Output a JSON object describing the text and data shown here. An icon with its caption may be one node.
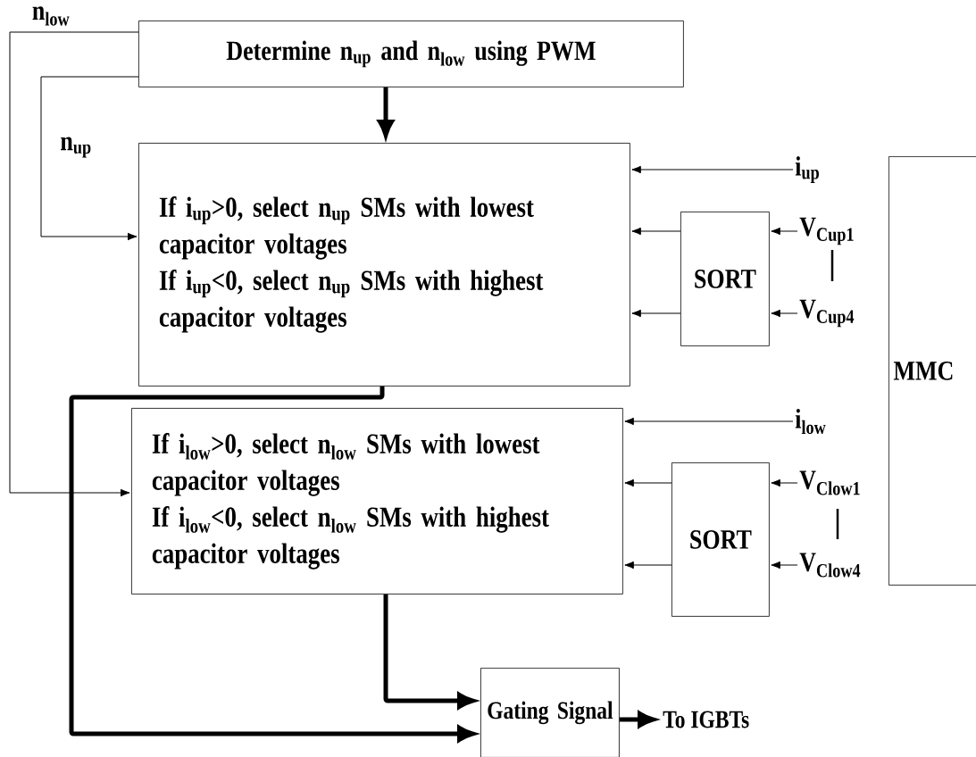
{
  "diagram": {
    "nodes": [
      {
        "text": [
          "Determine n$_{up}$ and n$_{low}$ using PWM"
        ]
      },
      {
        "text": [
          "If i$_{up}$>0, select n$_{up}$ SMs with lowest capacitor voltages",
          "If i$_{up}$<0, select n$_{up}$ SMs with highest capacitor voltages"
        ]
      },
      {
        "text": [
          "If i$_{low}$>0, select n$_{low}$ SMs with lowest capacitor voltages",
          "If i$_{low}$<0, select n$_{low}$ SMs with highest capacitor voltages"
        ]
      },
      {
        "text": [
          "SORT"
        ]
      },
      {
        "text": [
          "SORT"
        ]
      },
      {
        "text": [
          "MMC"
        ]
      },
      {
        "text": [
          "Gating Signal"
        ]
      },
      {
        "text": [
          "i$_{up}$"
        ]
      },
      {
        "text": [
          "V$_{Cup1}$"
        ]
      },
      {
        "text": [
          "V$_{Cup4}$"
        ]
      },
      {
        "text": [
          "i$_{low}$"
        ]
      },
      {
        "text": [
          "V$_{Clow1}$"
        ]
      },
      {
        "text": [
          "V$_{Clow4}$"
        ]
      },
      {
        "text": [
          "To IGBTs"
        ]
      }
    ],
    "edges": [
      {
        "from": 0,
        "to": 1,
        "arrow": "to",
        "style": "thick"
      },
      {
        "from": 0,
        "to": 2,
        "arrow": "to",
        "label": "n$_{low}$"
      },
      {
        "from": 0,
        "to": 1,
        "arrow": "to",
        "label": "n$_{up}$"
      },
      {
        "from": 7,
        "to": 1,
        "arrow": "to"
      },
      {
        "from": 3,
        "to": 1,
        "arrow": "to"
      },
      {
        "from": 3,
        "to": 1,
        "arrow": "to"
      },
      {
        "from": 8,
        "to": 3,
        "arrow": "to"
      },
      {
        "from": 9,
        "to": 3,
        "arrow": "to"
      },
      {
        "from": 10,
        "to": 2,
        "arrow": "to"
      },
      {
        "from": 4,
        "to": 2,
        "arrow": "to"
      },
      {
        "from": 4,
        "to": 2,
        "arrow": "to"
      },
      {
        "from": 11,
        "to": 4,
        "arrow": "to"
      },
      {
        "from": 12,
        "to": 4,
        "arrow": "to"
      },
      {
        "from": 1,
        "to": 6,
        "arrow": "to",
        "style": "thick"
      },
      {
        "from": 2,
        "to": 6,
        "arrow": "to",
        "style": "thick"
      },
      {
        "from": 6,
        "to": 13,
        "arrow": "to",
        "style": "thick"
      }
    ]
  }
}
